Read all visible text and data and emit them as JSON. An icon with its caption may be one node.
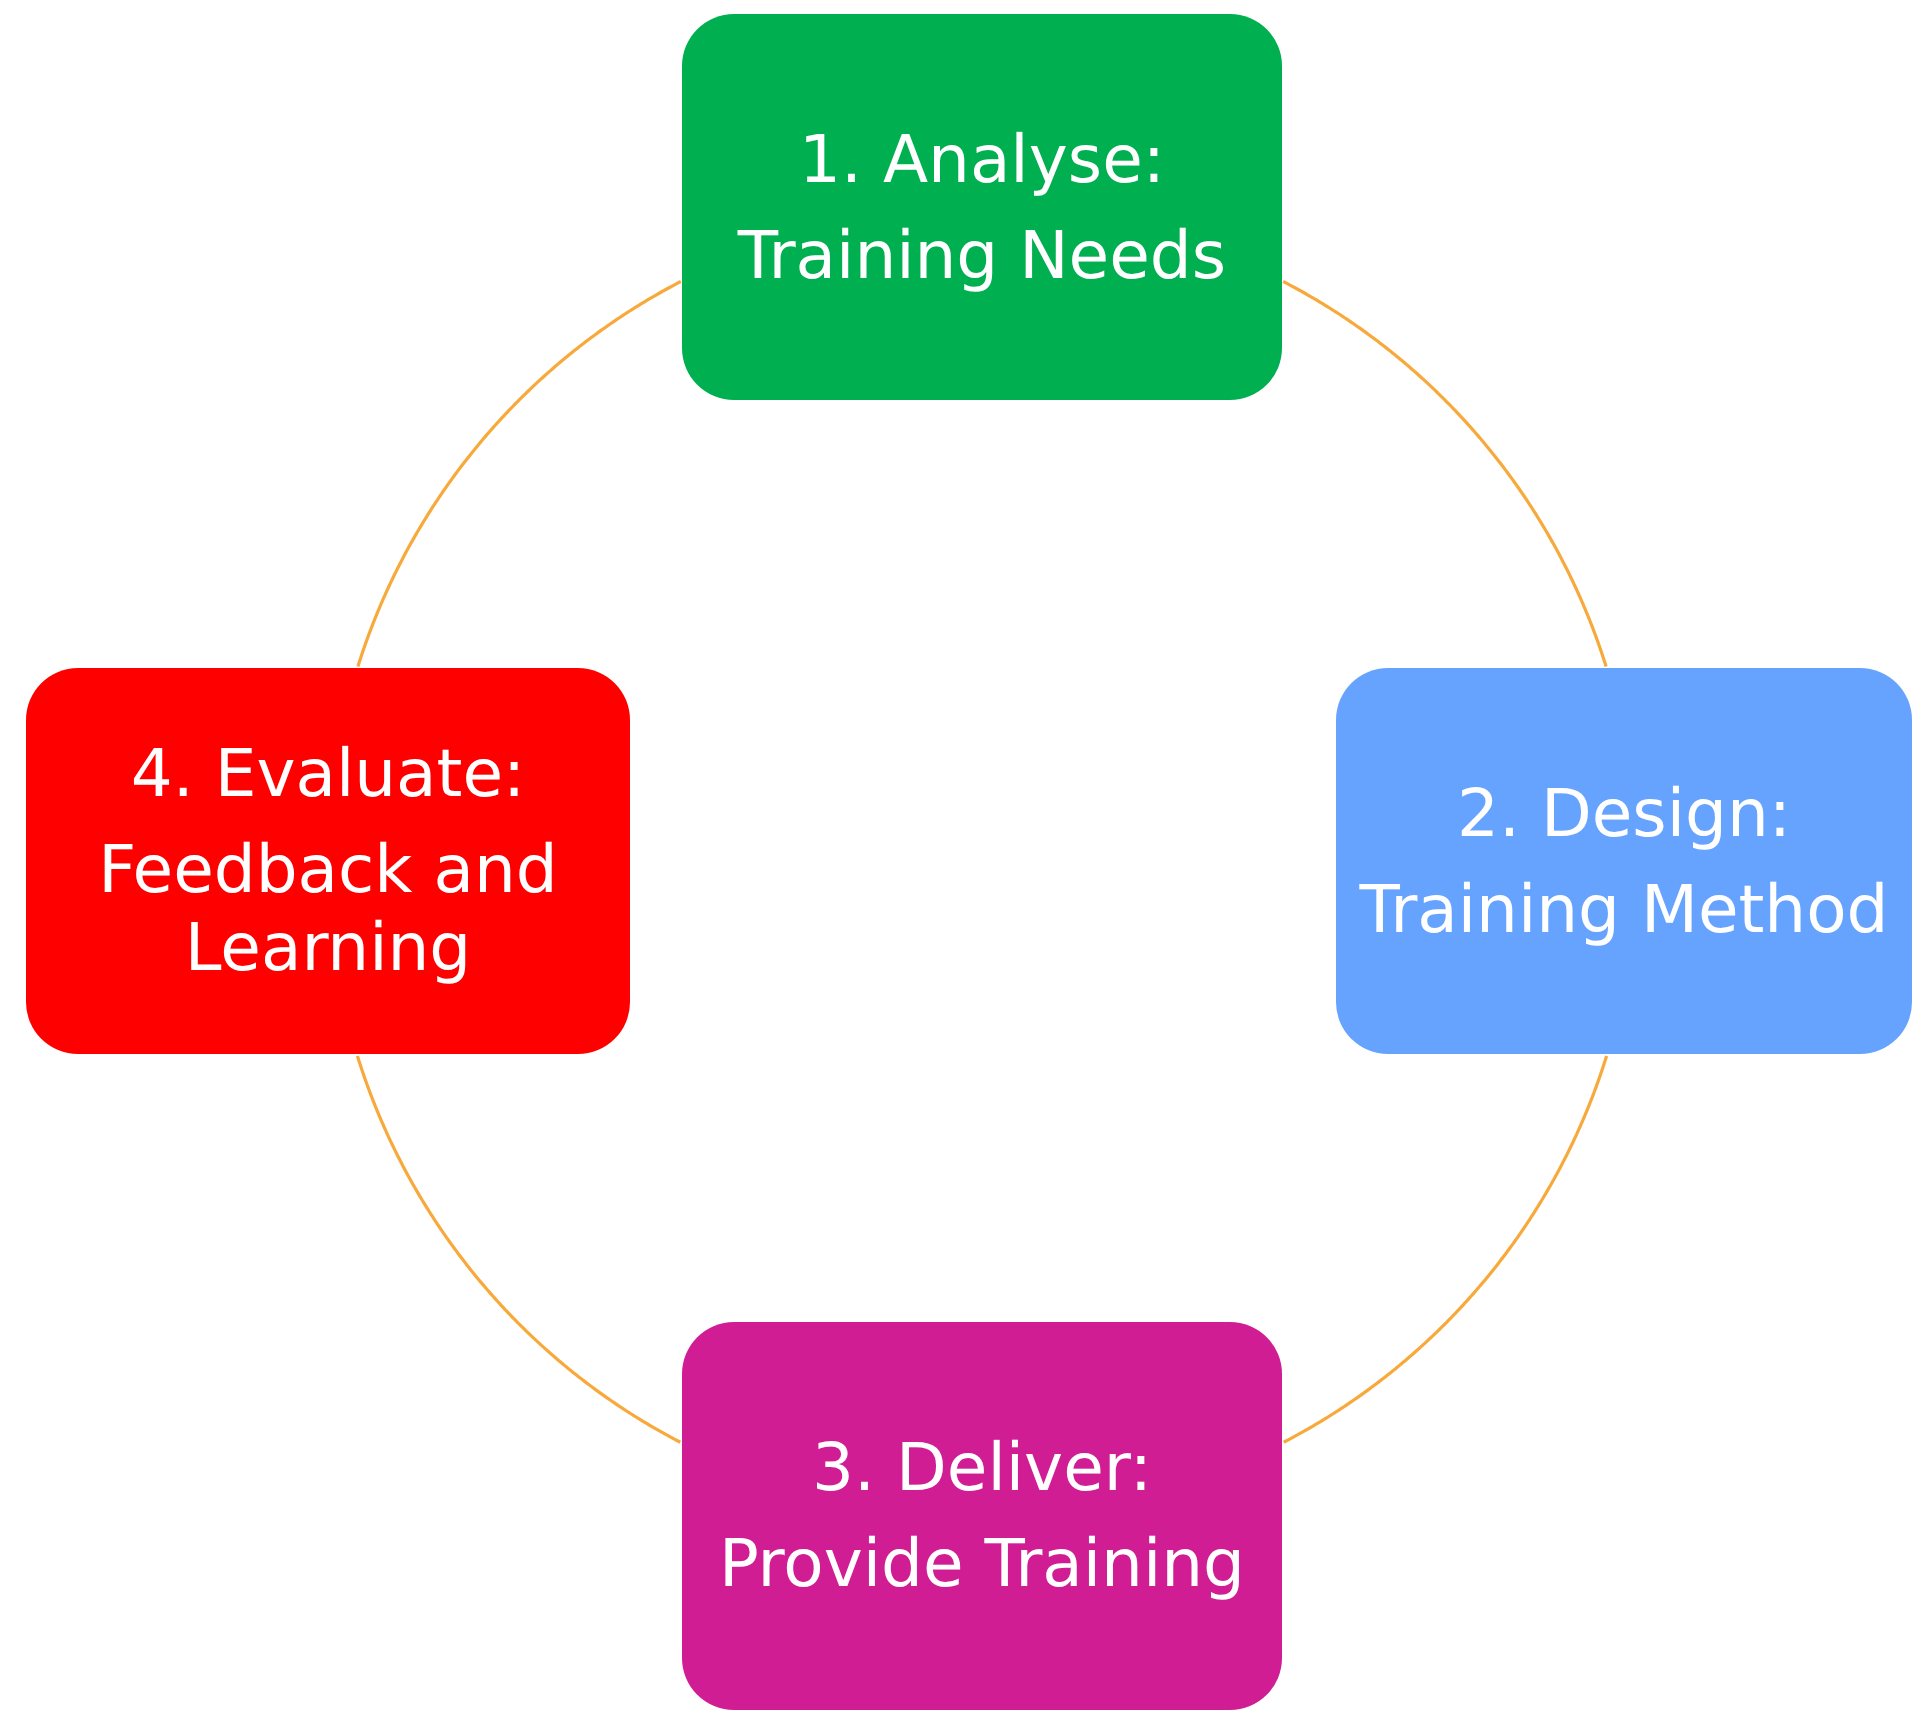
{
  "diagram": {
    "nodes": [
      {
        "text": [
          "1. Analyse:",
          "Training Needs"
        ]
      },
      {
        "text": [
          "2. Design:",
          "Training Method"
        ]
      },
      {
        "text": [
          "3. Deliver:",
          "Provide Training"
        ]
      },
      {
        "text": [
          "4. Evaluate:",
          "Feedback and Learning"
        ]
      }
    ],
    "edges": [
      {
        "from": 0,
        "to": 1,
        "arrow": "none"
      },
      {
        "from": 1,
        "to": 2,
        "arrow": "none"
      },
      {
        "from": 2,
        "to": 3,
        "arrow": "none"
      },
      {
        "from": 3,
        "to": 0,
        "arrow": "none"
      }
    ]
  }
}
